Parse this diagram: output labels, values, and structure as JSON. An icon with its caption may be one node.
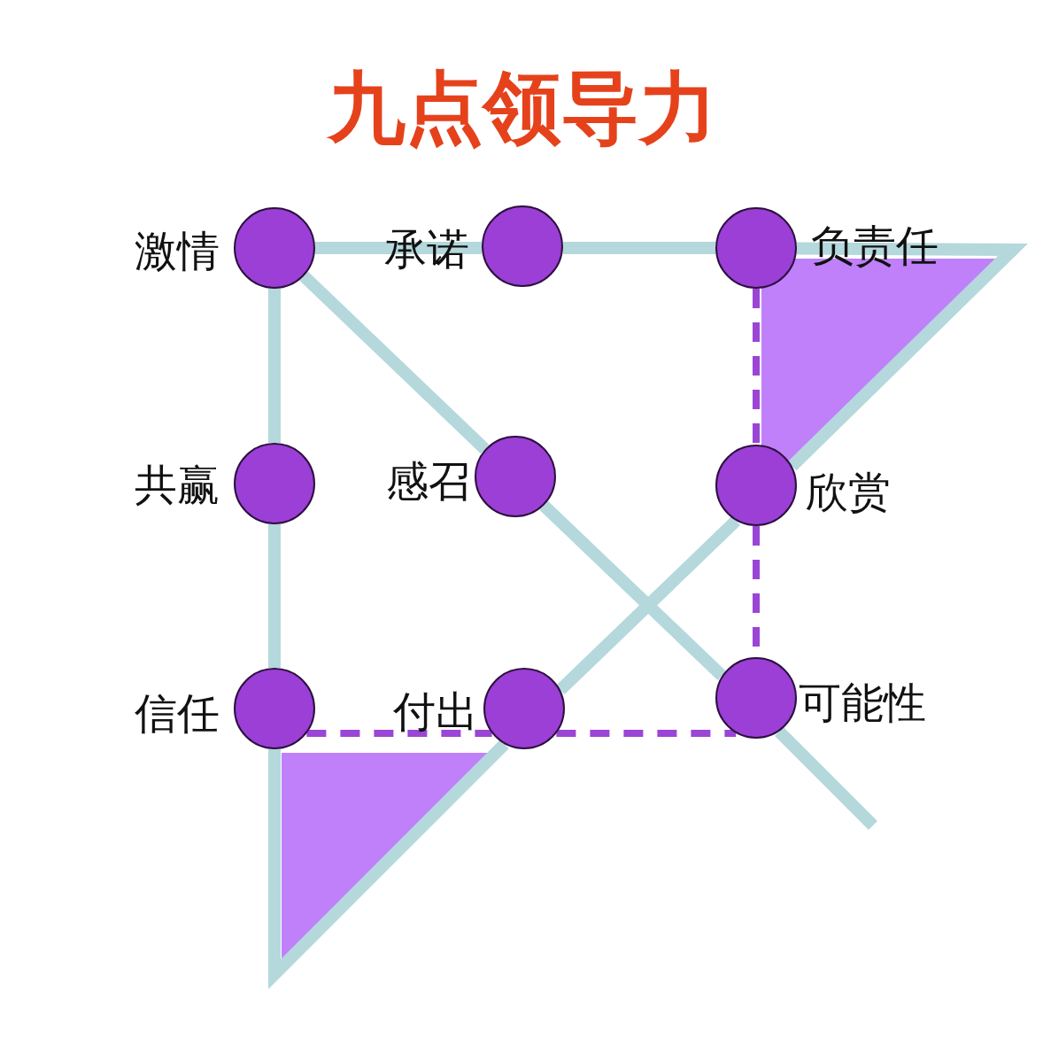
{
  "diagram": {
    "title": "九点领导力",
    "nodes": [
      {
        "text": [],
        "shape": "circle",
        "beside": [
          "激情"
        ]
      },
      {
        "text": [],
        "shape": "circle",
        "beside": [
          "承诺"
        ]
      },
      {
        "text": [],
        "shape": "circle",
        "beside": [
          "负责任"
        ]
      },
      {
        "text": [],
        "shape": "circle",
        "beside": [
          "共赢"
        ]
      },
      {
        "text": [],
        "shape": "circle",
        "beside": [
          "感召"
        ]
      },
      {
        "text": [],
        "shape": "circle",
        "beside": [
          "欣赏"
        ]
      },
      {
        "text": [],
        "shape": "circle",
        "beside": [
          "信任"
        ]
      },
      {
        "text": [],
        "shape": "circle",
        "beside": [
          "付出"
        ]
      },
      {
        "text": [],
        "shape": "circle",
        "beside": [
          "可能性"
        ]
      },
      {
        "text": [],
        "shape": "triangle"
      },
      {
        "text": [],
        "shape": "triangle"
      }
    ],
    "edges": [
      {
        "from": 0,
        "to": 1,
        "arrow": "none"
      },
      {
        "from": 1,
        "to": 2,
        "arrow": "none"
      },
      {
        "from": 2,
        "to": 5,
        "arrow": "none"
      },
      {
        "from": 5,
        "to": 7,
        "arrow": "none"
      },
      {
        "from": 7,
        "to": 6,
        "arrow": "none"
      },
      {
        "from": 6,
        "to": 3,
        "arrow": "none"
      },
      {
        "from": 3,
        "to": 0,
        "arrow": "none"
      },
      {
        "from": 0,
        "to": 4,
        "arrow": "none"
      },
      {
        "from": 4,
        "to": 8,
        "arrow": "none"
      },
      {
        "from": 8,
        "to": null,
        "arrow": "none"
      },
      {
        "from": 2,
        "to": 5,
        "arrow": "none",
        "style": "dashed",
        "color": "#9b45d6"
      },
      {
        "from": 5,
        "to": 8,
        "arrow": "none",
        "style": "dashed",
        "color": "#9b45d6"
      },
      {
        "from": 6,
        "to": 7,
        "arrow": "none",
        "style": "dashed",
        "color": "#9b45d6"
      },
      {
        "from": 7,
        "to": 8,
        "arrow": "none",
        "style": "dashed",
        "color": "#9b45d6"
      }
    ]
  }
}
